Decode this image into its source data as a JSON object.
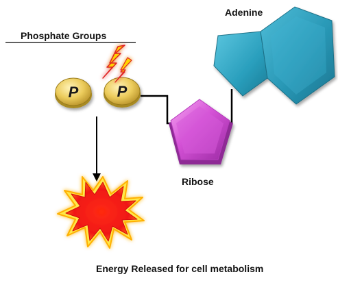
{
  "labels": {
    "phosphate_groups": "Phosphate Groups",
    "adenine": "Adenine",
    "ribose": "Ribose",
    "energy": "Energy Released for cell metabolism"
  },
  "phosphate": {
    "symbol": "P",
    "count": 2
  },
  "colors": {
    "phosphate_fill": "#e8c85a",
    "phosphate_edge": "#a88a22",
    "ribose": "#d24fd6",
    "adenine": "#2aa0c0",
    "adenine_dark": "#1e7f99",
    "burst_outer": "#ffe84a",
    "burst_inner": "#f01818",
    "lightning": "#ffd400",
    "lightning_edge": "#e02020",
    "line": "#000000"
  },
  "icons": [
    "lightning-bolt-icon",
    "energy-burst-icon",
    "arrow-down-icon"
  ]
}
